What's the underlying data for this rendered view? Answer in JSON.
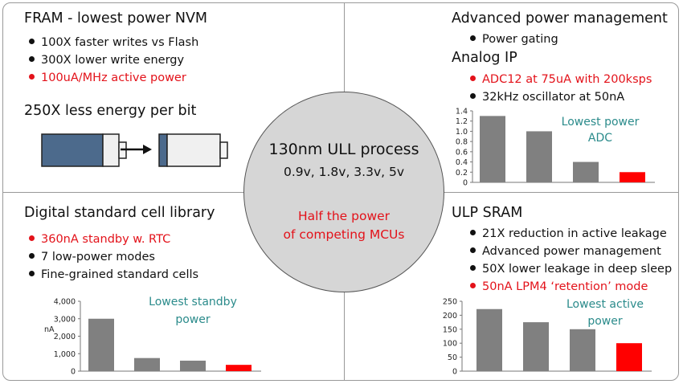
{
  "q1": {
    "title": "FRAM - lowest power NVM",
    "bullets": [
      {
        "text": "100X faster writes vs Flash",
        "red": false
      },
      {
        "text": "300X lower write energy",
        "red": false
      },
      {
        "text": "100uA/MHz active power",
        "red": true
      }
    ],
    "subtitle": "250X less energy per bit"
  },
  "q2": {
    "title": "Advanced power management",
    "bullet1": "Power gating",
    "title2": "Analog IP",
    "bullets": [
      {
        "text": "ADC12 at 75uA with 200ksps",
        "red": true
      },
      {
        "text": "32kHz oscillator at 50nA",
        "red": false
      }
    ]
  },
  "q3": {
    "title": "Digital standard cell library",
    "bullets": [
      {
        "text": "360nA standby w. RTC",
        "red": true
      },
      {
        "text": "7 low-power modes",
        "red": false
      },
      {
        "text": "Fine-grained standard cells",
        "red": false
      }
    ]
  },
  "q4": {
    "title": "ULP SRAM",
    "bullets": [
      {
        "text": "21X reduction in active leakage",
        "red": false
      },
      {
        "text": "Advanced power management",
        "red": false
      },
      {
        "text": "50X lower leakage in deep sleep",
        "red": false
      },
      {
        "text": "50nA LPM4 ‘retention’ mode",
        "red": true
      }
    ]
  },
  "center": {
    "line1": "130nm ULL process",
    "line2": "0.9v, 1.8v, 3.3v, 5v",
    "line3": "Half the power",
    "line4": "of competing MCUs"
  },
  "colors": {
    "bar_gray": "#808080",
    "bar_red": "#ff0000",
    "accent_red": "#e3121a",
    "annotation_teal": "#2b8b8b"
  },
  "chart_data": [
    {
      "id": "adc",
      "type": "bar",
      "annotation": [
        "Lowest power",
        "ADC"
      ],
      "ylabel": "",
      "ticks": [
        "0",
        "0.2",
        "0.4",
        "0.6",
        "0.8",
        "1.0",
        "1.2",
        "1.4"
      ],
      "ylim": [
        0,
        1.4
      ],
      "values": [
        1.3,
        1.0,
        0.4,
        0.2
      ],
      "highlight_index": 3
    },
    {
      "id": "standby",
      "type": "bar",
      "annotation": [
        "Lowest standby",
        "power"
      ],
      "ylabel": "nA",
      "ticks": [
        "0",
        "1,000",
        "2,000",
        "3,000",
        "4,000"
      ],
      "ylim": [
        0,
        4000
      ],
      "values": [
        3000,
        750,
        600,
        360
      ],
      "highlight_index": 3
    },
    {
      "id": "active",
      "type": "bar",
      "annotation": [
        "Lowest active",
        "power"
      ],
      "ylabel": "",
      "ticks": [
        "0",
        "50",
        "100",
        "150",
        "200",
        "250"
      ],
      "ylim": [
        0,
        250
      ],
      "values": [
        222,
        175,
        150,
        100
      ],
      "highlight_index": 3
    }
  ]
}
